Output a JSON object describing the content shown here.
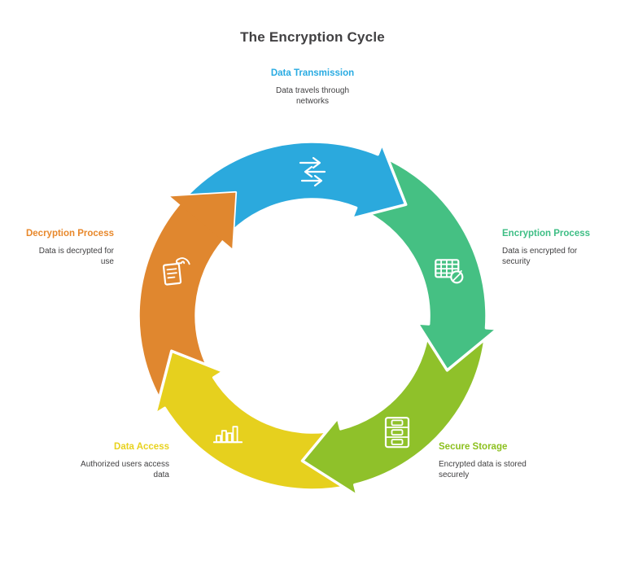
{
  "title": "The Encryption Cycle",
  "text_color": "#414042",
  "background_color": "#ffffff",
  "cycle": {
    "direction": "clockwise",
    "steps": [
      {
        "id": "data-transmission",
        "label": "Data Transmission",
        "description": "Data travels through networks",
        "segment_color": "#2BA9DD",
        "label_color": "#29ABE2",
        "icon": "transfer-arrows-icon",
        "angle": 0,
        "position": "top"
      },
      {
        "id": "encryption-process",
        "label": "Encryption Process",
        "description": "Data is encrypted for security",
        "segment_color": "#45C083",
        "label_color": "#3EBE85",
        "icon": "table-edit-icon",
        "angle": 72,
        "position": "right"
      },
      {
        "id": "secure-storage",
        "label": "Secure Storage",
        "description": "Encrypted data is stored securely",
        "segment_color": "#8FC12A",
        "label_color": "#8CC01E",
        "icon": "storage-drawers-icon",
        "angle": 144,
        "position": "bottom-right"
      },
      {
        "id": "data-access",
        "label": "Data Access",
        "description": "Authorized users access data",
        "segment_color": "#E6D01E",
        "label_color": "#E8D21E",
        "icon": "bar-chart-icon",
        "angle": 216,
        "position": "bottom-left"
      },
      {
        "id": "decryption-process",
        "label": "Decryption Process",
        "description": "Data is decrypted for use",
        "segment_color": "#E0872F",
        "label_color": "#E8882B",
        "icon": "document-hand-icon",
        "angle": 288,
        "position": "left"
      }
    ]
  }
}
